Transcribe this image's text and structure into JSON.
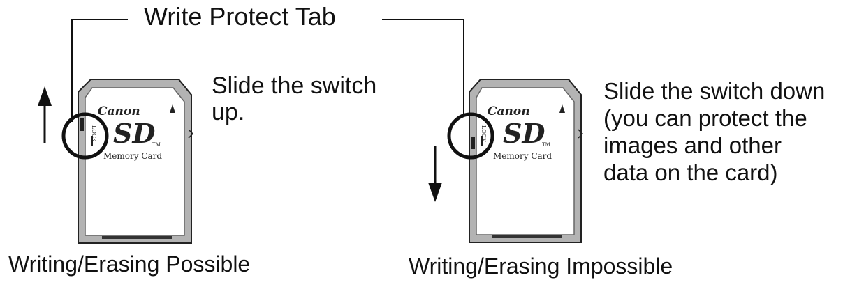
{
  "title": "Write Protect Tab",
  "left": {
    "instruction": [
      "Slide the switch",
      "up."
    ],
    "caption": "Writing/Erasing Possible"
  },
  "right": {
    "instruction": [
      "Slide the switch down",
      "(you can protect the",
      "images and other",
      "data on the card)"
    ],
    "caption": "Writing/Erasing Impossible"
  },
  "card": {
    "brand": "Canon",
    "logo": "SD",
    "tm": "TM",
    "type": "Memory Card",
    "lock_label": "LOCK"
  },
  "colors": {
    "card_outer": "#b3b3b3",
    "card_inner": "#ffffff",
    "ink": "#111111"
  }
}
